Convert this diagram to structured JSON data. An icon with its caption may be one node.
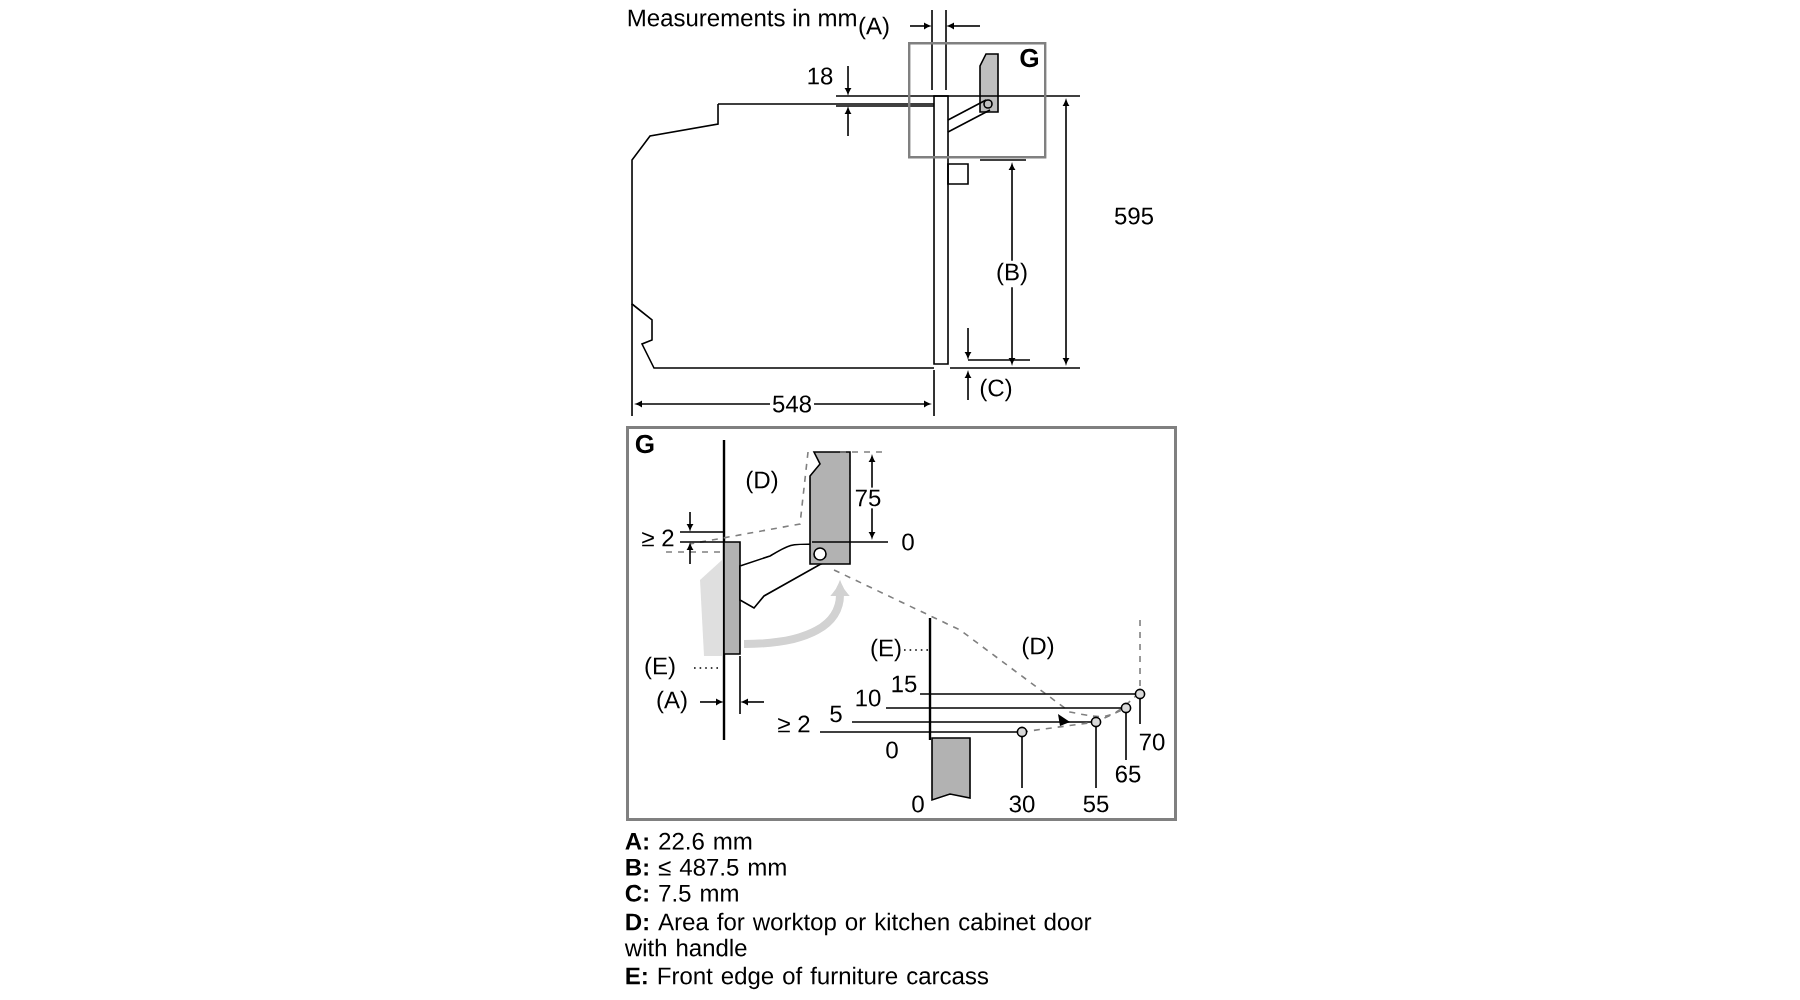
{
  "diagram": {
    "nodes": [
      {
        "text": [
          "G"
        ]
      },
      {
        "text": [
          "G"
        ]
      }
    ],
    "labels": [
      "Measurements in mm",
      "(A)",
      "18",
      "595",
      "(B)",
      "548",
      "(C)",
      "(D)",
      "75",
      "≥ 2",
      "0",
      "(E)",
      "(A)",
      "(E)",
      "(D)",
      "15",
      "10",
      "5",
      "≥ 2",
      "0",
      "70",
      "65",
      "0",
      "30",
      "55",
      "**A:** 22.6 mm",
      "**B:** ≤ 487.5 mm",
      "**C:** 7.5 mm",
      "**D:** Area for worktop or kitchen cabinet door with handle",
      "**E:** Front edge of furniture carcass"
    ]
  }
}
